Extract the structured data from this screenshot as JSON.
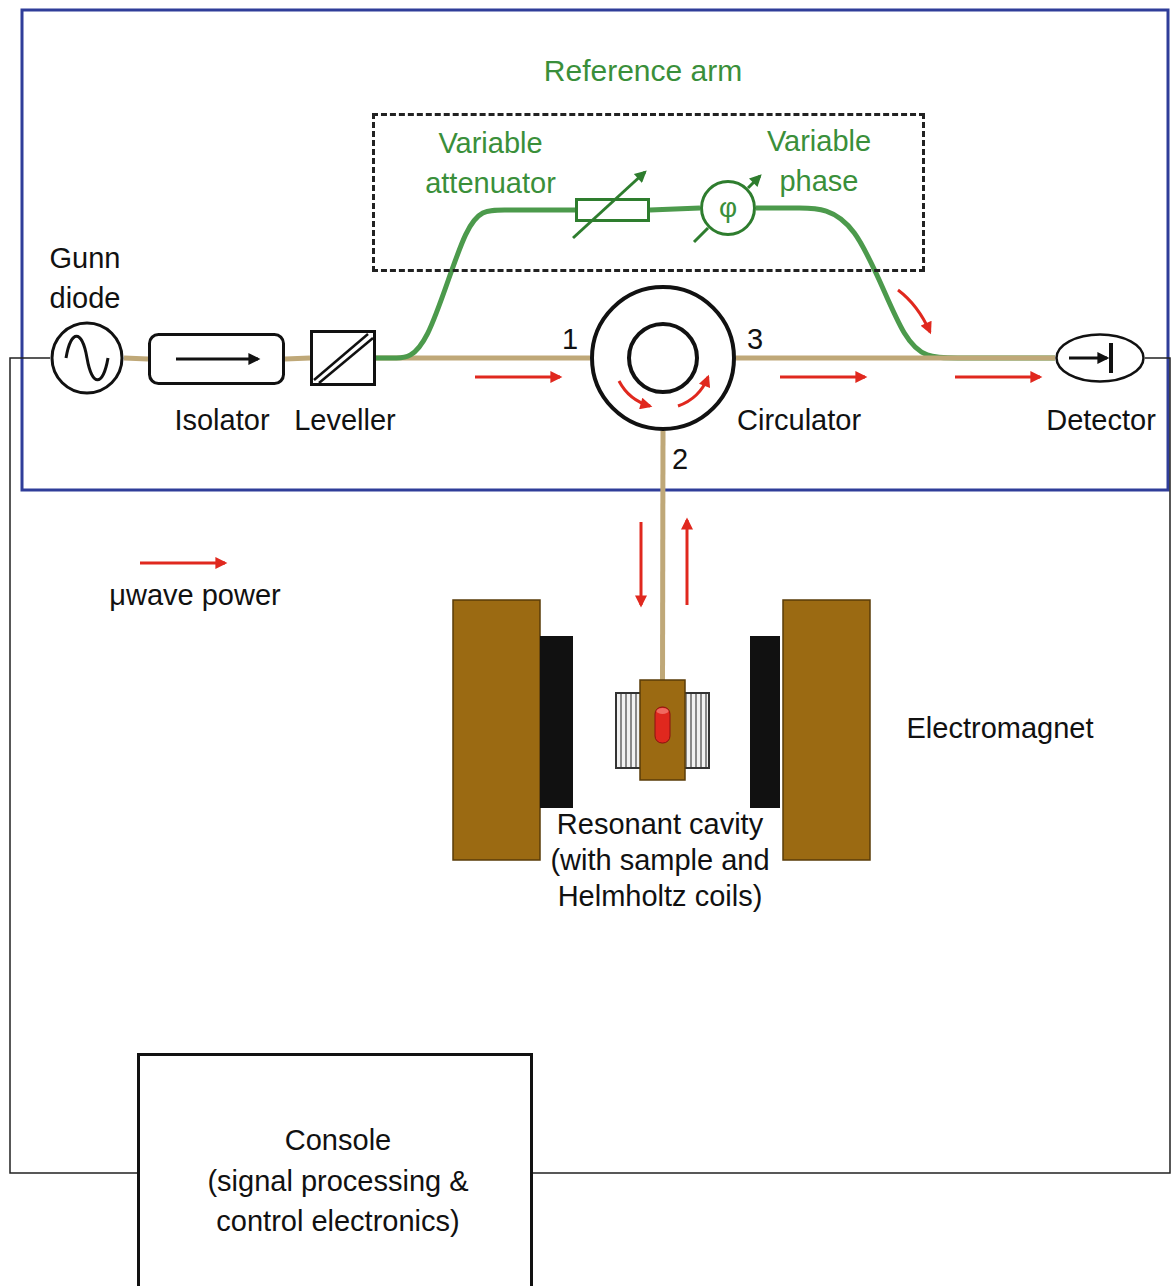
{
  "diagram": {
    "nodes": [
      {
        "text": [
          "Reference arm"
        ]
      },
      {
        "text": [
          "Variable attenuator"
        ],
        "in": 0
      },
      {
        "text": [
          "Variable phase",
          "φ"
        ],
        "in": 0
      },
      {
        "text": [
          "Gunn diode"
        ]
      },
      {
        "text": [
          "Isolator"
        ]
      },
      {
        "text": [
          "Leveller"
        ]
      },
      {
        "text": [
          "Circulator"
        ]
      },
      {
        "text": [
          "Detector"
        ]
      },
      {
        "text": [
          "Resonant cavity (with sample and Helmholtz coils)"
        ]
      },
      {
        "text": [
          "Console",
          "(signal processing & control electronics)"
        ]
      }
    ],
    "edges": [
      {
        "from": 3,
        "to": 4,
        "arrow": "none"
      },
      {
        "from": 4,
        "to": 5,
        "arrow": "none"
      },
      {
        "from": 5,
        "to": 6,
        "arrow": "none"
      },
      {
        "from": 5,
        "to": 1,
        "arrow": "none"
      },
      {
        "from": 1,
        "to": 2,
        "arrow": "none"
      },
      {
        "from": 2,
        "to": 7,
        "arrow": "none"
      },
      {
        "from": 6,
        "to": 7,
        "arrow": "none"
      },
      {
        "from": 6,
        "to": 8,
        "arrow": "none"
      },
      {
        "from": 9,
        "to": 3,
        "arrow": "none"
      },
      {
        "from": 9,
        "to": 7,
        "arrow": "none"
      }
    ],
    "labels": [
      "1",
      "3",
      "2",
      "Electromagnet"
    ],
    "legend": [
      {
        "text": "μwave power"
      }
    ]
  }
}
